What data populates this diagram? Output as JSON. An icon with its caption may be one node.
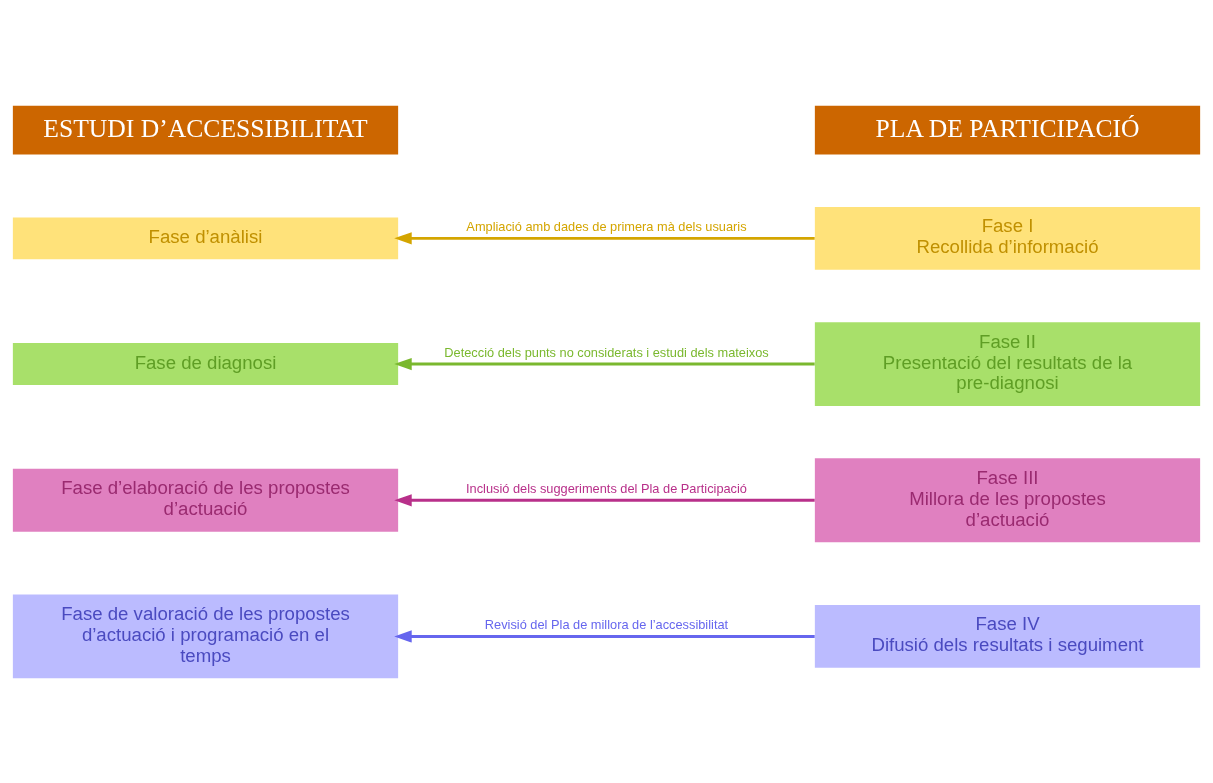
{
  "diagram": {
    "nodes": [
      {
        "text": [
          "ESTUDI D’ACCESSIBILITAT"
        ]
      },
      {
        "text": [
          "PLA DE PARTICIPACIÓ"
        ]
      },
      {
        "text": [
          "Fase d’anàlisi"
        ]
      },
      {
        "text": [
          "Fase I",
          "Recollida d’informació"
        ]
      },
      {
        "text": [
          "Fase de diagnosi"
        ]
      },
      {
        "text": [
          "Fase II",
          "Presentació del resultats de la pre-diagnosi"
        ]
      },
      {
        "text": [
          "Fase d’elaboració de les propostes d’actuació"
        ]
      },
      {
        "text": [
          "Fase III",
          "Millora de les propostes d’actuació"
        ]
      },
      {
        "text": [
          "Fase de valoració de les propostes d’actuació i programació en el temps"
        ]
      },
      {
        "text": [
          "Fase IV",
          "Difusió dels resultats i seguiment"
        ]
      }
    ],
    "edges": [
      {
        "from": 3,
        "to": 2,
        "arrow": "to",
        "label": "Ampliació amb dades de primera mà dels usuaris",
        "color": "#d4a500"
      },
      {
        "from": 5,
        "to": 4,
        "arrow": "to",
        "label": "Detecció dels punts no considerats i estudi dels mateixos",
        "color": "#7ab82e"
      },
      {
        "from": 7,
        "to": 6,
        "arrow": "to",
        "label": "Inclusió dels suggeriments del Pla de Participació",
        "color": "#b8308a"
      },
      {
        "from": 9,
        "to": 8,
        "arrow": "to",
        "label": "Revisió del Pla de millora de l’accessibilitat",
        "color": "#6666ee"
      }
    ]
  }
}
